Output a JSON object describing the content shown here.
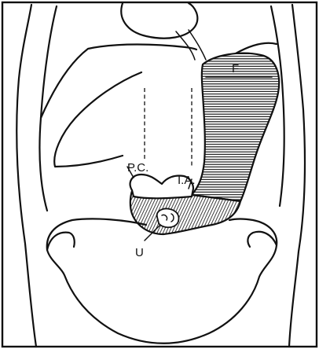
{
  "labels": {
    "fundus": "F",
    "pylorus": "P.C.",
    "incisura": "I.A.",
    "ulcer": "U"
  },
  "colors": {
    "ink": "#111111",
    "paper": "#ffffff"
  }
}
